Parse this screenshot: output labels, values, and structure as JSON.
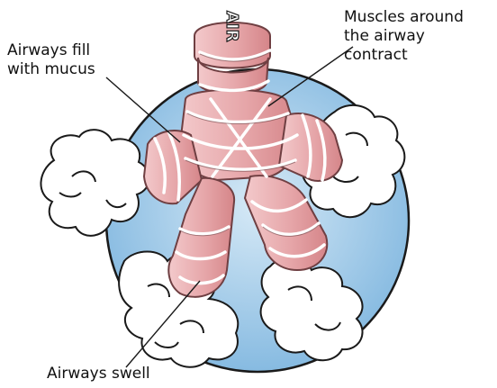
{
  "diagram": {
    "airflow_label": "AIR",
    "labels": {
      "mucus": [
        "Airways fill",
        "with mucus"
      ],
      "muscles": [
        "Muscles around",
        "the airway",
        "contract"
      ],
      "swell": [
        "Airways swell"
      ]
    },
    "colors": {
      "background_circle": "#a9cfe8",
      "airway_fill": "#e29fa2",
      "airway_stroke": "#7a4a4c",
      "muscle_band": "#ffffff",
      "mucus_cloud": "#ffffff",
      "outline": "#1a1a1a"
    }
  }
}
